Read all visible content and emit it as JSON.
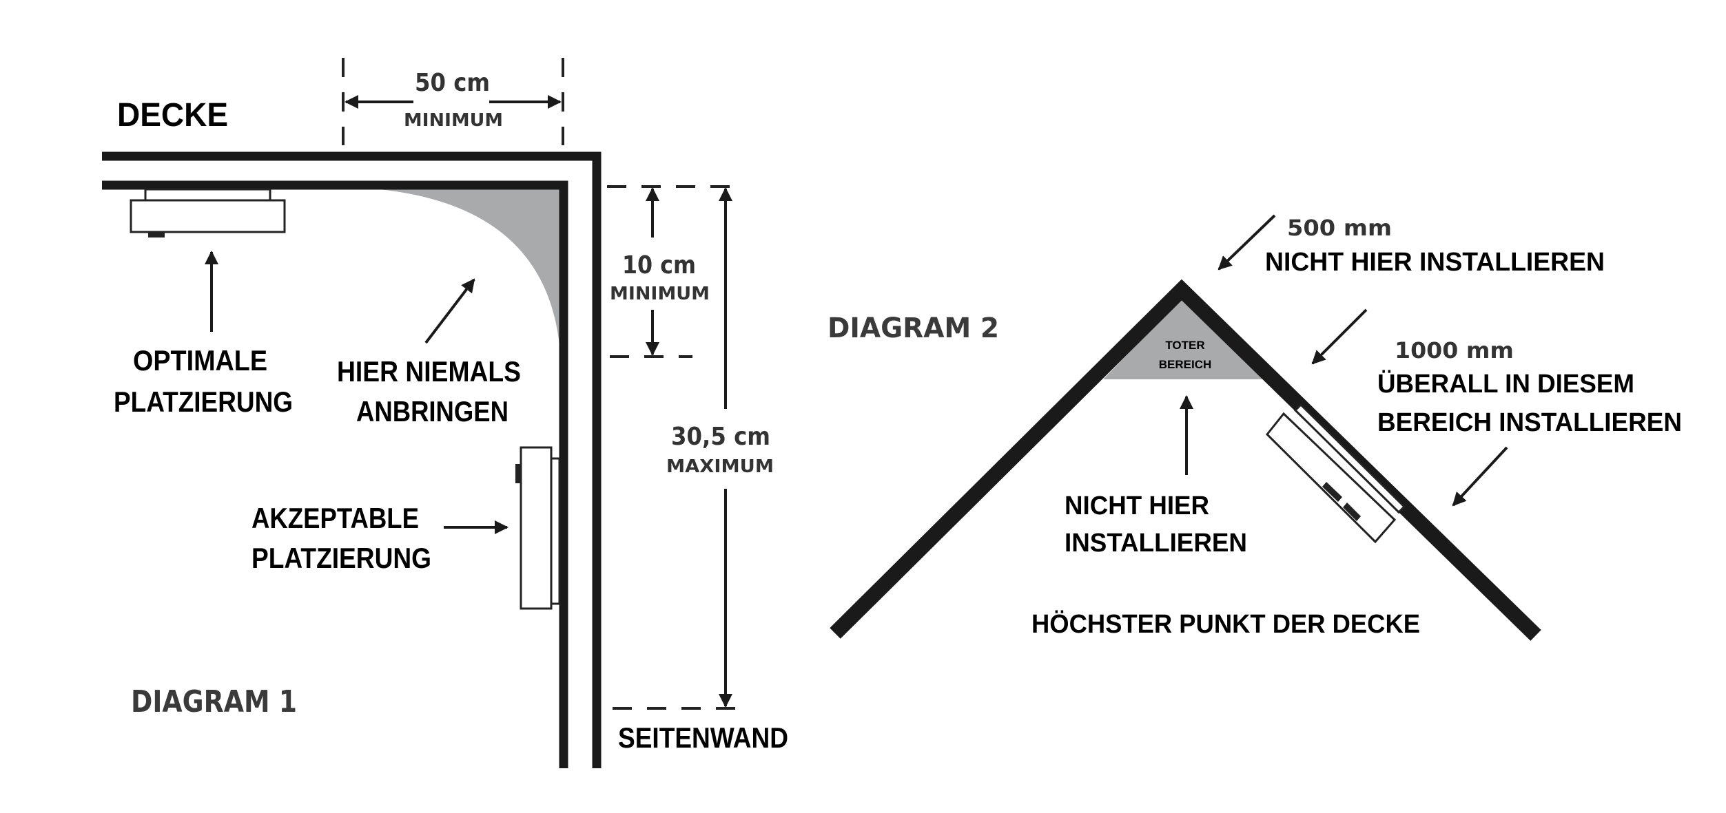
{
  "diagram1": {
    "title": "DIAGRAM 1",
    "ceiling_label": "DECKE",
    "wall_label": "SEITENWAND",
    "dim_ceiling": {
      "value": "50 cm",
      "qualifier": "MINIMUM"
    },
    "dim_wall_min": {
      "value": "10 cm",
      "qualifier": "MINIMUM"
    },
    "dim_wall_max": {
      "value": "30,5 cm",
      "qualifier": "MAXIMUM"
    },
    "optimal": {
      "line1": "OPTIMALE",
      "line2": "PLATZIERUNG"
    },
    "never": {
      "line1": "HIER NIEMALS",
      "line2": "ANBRINGEN"
    },
    "acceptable": {
      "line1": "AKZEPTABLE",
      "line2": "PLATZIERUNG"
    }
  },
  "diagram2": {
    "title": "DIAGRAM 2",
    "dead_zone": {
      "line1": "TOTER",
      "line2": "BEREICH"
    },
    "not_here_top": {
      "dim": "500 mm",
      "text": "NICHT HIER INSTALLIEREN"
    },
    "anywhere": {
      "dim": "1000 mm",
      "line1": "ÜBERALL IN DIESEM",
      "line2": "BEREICH INSTALLIEREN"
    },
    "not_here_peak": {
      "line1": "NICHT HIER",
      "line2": "INSTALLIEREN"
    },
    "peak_label": "HÖCHSTER PUNKT DER DECKE"
  },
  "colors": {
    "dead_zone": "#a9aaac",
    "line": "#1a1a1a"
  }
}
